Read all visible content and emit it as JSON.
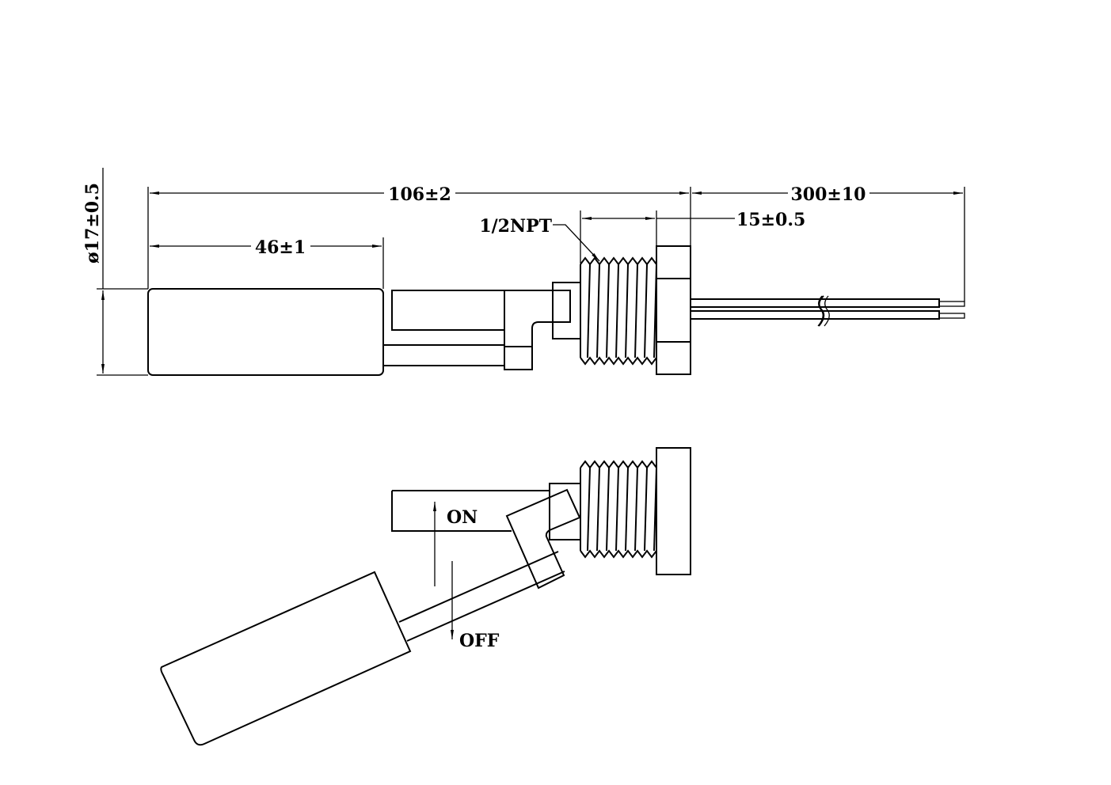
{
  "dimensions": {
    "overall_length": "106±2",
    "float_length": "46±1",
    "cable_length": "300±10",
    "thread_length": "15±0.5",
    "float_diameter": "ø17±0.5",
    "thread_spec": "1/2NPT"
  },
  "states": {
    "on": "ON",
    "off": "OFF"
  }
}
